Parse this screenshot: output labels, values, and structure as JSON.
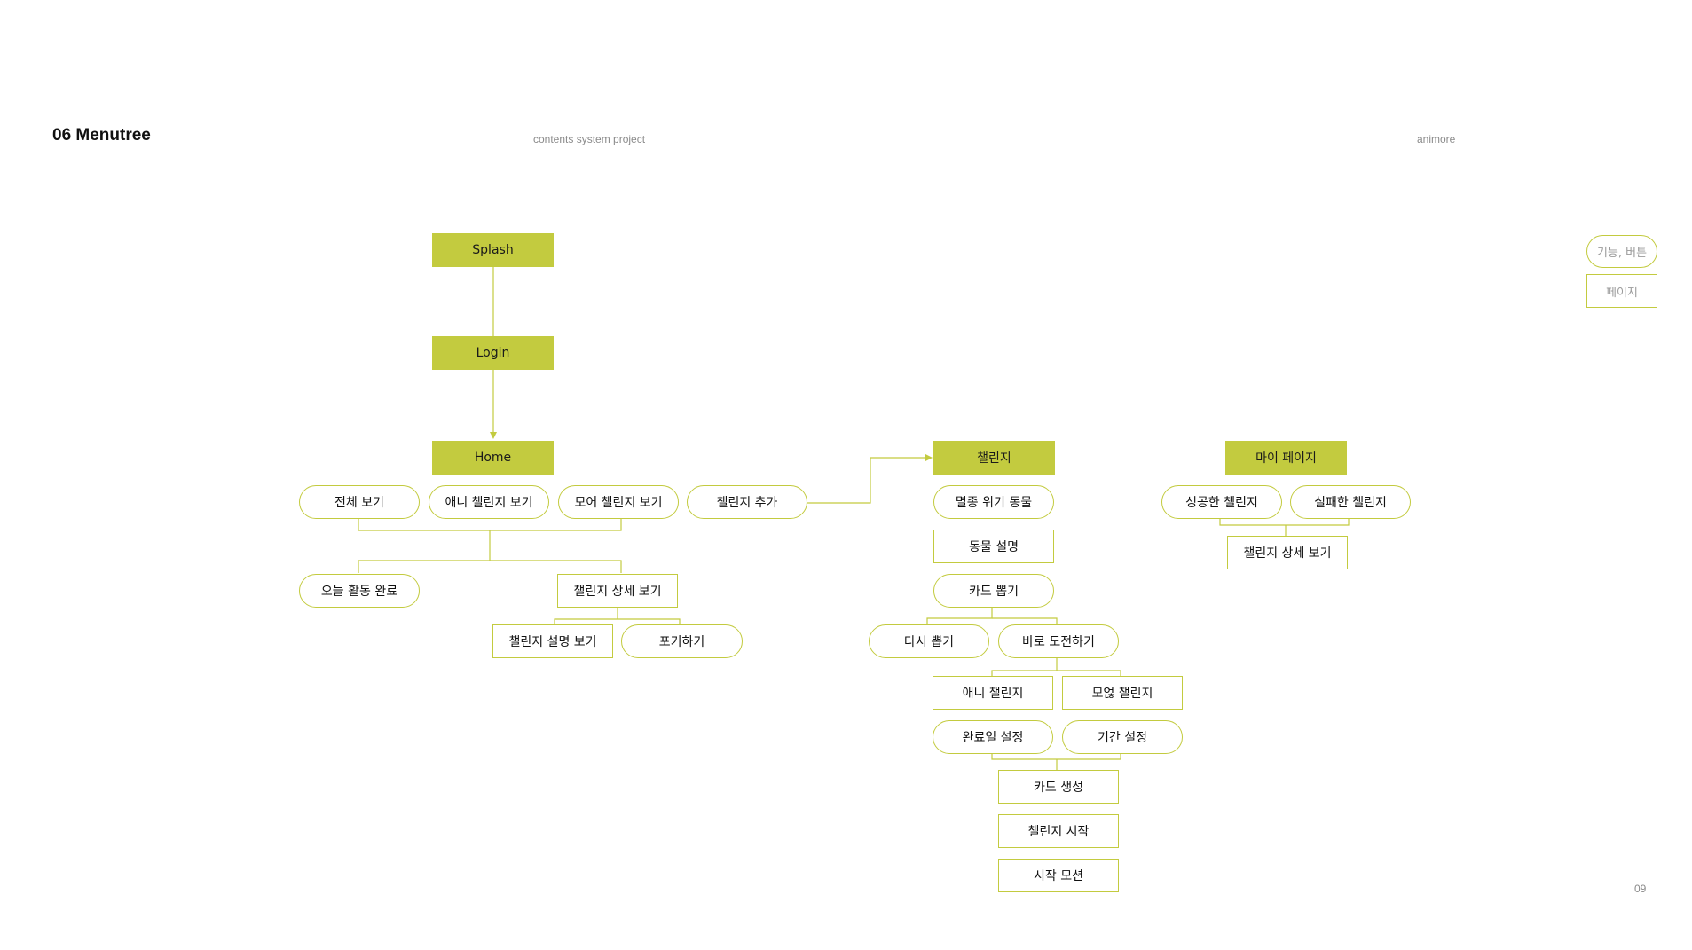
{
  "header": {
    "title": "06 Menutree",
    "project": "contents system project",
    "brand": "animore",
    "page_number": "09"
  },
  "legend": {
    "function_button": "기능, 버튼",
    "page": "페이지"
  },
  "colors": {
    "accent": "#c3cb3f",
    "line": "#c3cb3f",
    "muted_text": "#8a8a8a"
  },
  "nodes": {
    "splash": "Splash",
    "login": "Login",
    "home": "Home",
    "view_all": "전체 보기",
    "view_ani_challenge": "애니 챌린지 보기",
    "view_more_challenge": "모어 챌린지 보기",
    "add_challenge": "챌린지 추가",
    "today_activity_done": "오늘 활동 완료",
    "challenge_detail_home": "챌린지 상세 보기",
    "challenge_desc_view": "챌린지 설명 보기",
    "give_up": "포기하기",
    "challenge": "챌린지",
    "endangered_animals": "멸종 위기 동물",
    "animal_description": "동물 설명",
    "draw_card": "카드 뽑기",
    "redraw": "다시 뽑기",
    "challenge_now": "바로 도전하기",
    "ani_challenge": "애니 챌린지",
    "more_challenge": "모얺 챌린지",
    "set_end_date": "완료일 설정",
    "set_period": "기간 설정",
    "create_card": "카드 생성",
    "start_challenge": "챌린지 시작",
    "start_motion": "시작 모션",
    "my_page": "마이 페이지",
    "succeeded_challenges": "성공한 챌린지",
    "failed_challenges": "실패한 챌린지",
    "challenge_detail_mypage": "챌린지 상세 보기"
  }
}
